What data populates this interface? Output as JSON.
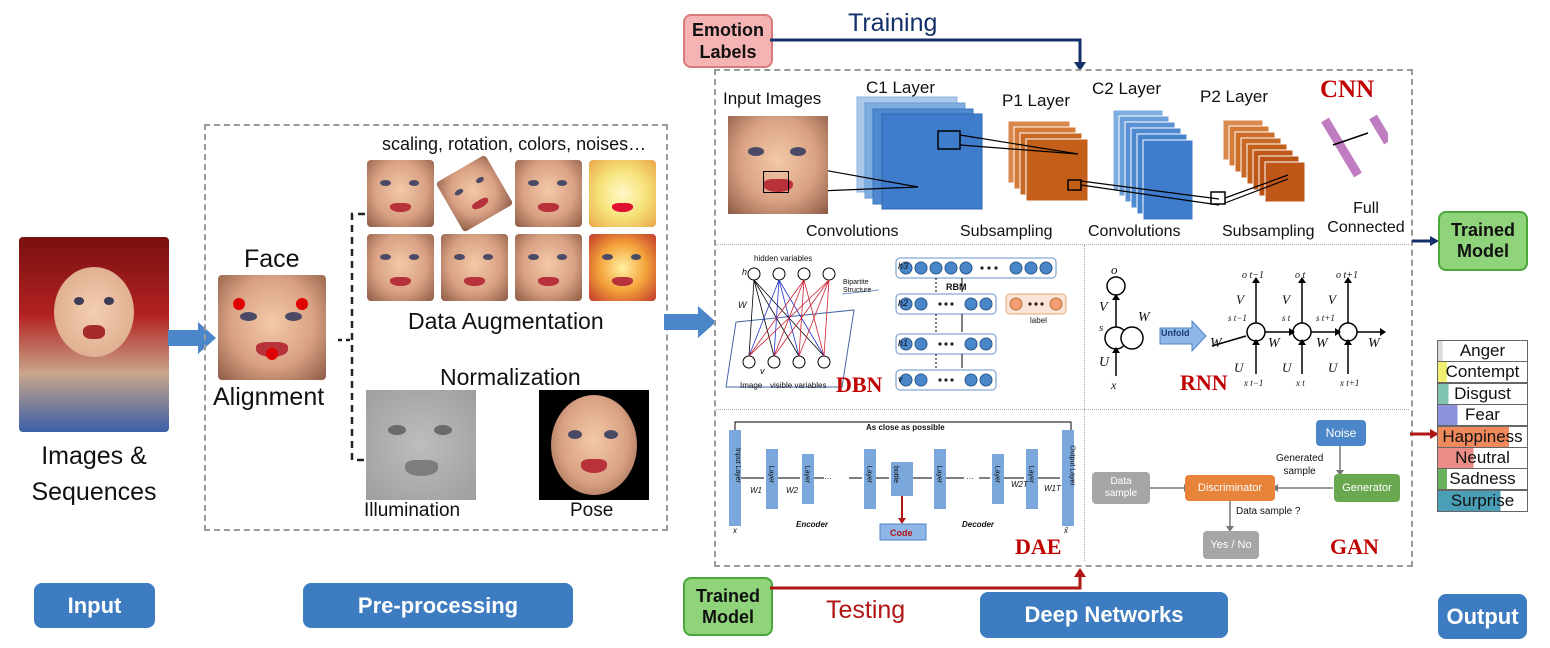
{
  "training": {
    "label": "Training",
    "source_box": "Emotion\nLabels"
  },
  "testing": {
    "label": "Testing",
    "source_box": "Trained\nModel"
  },
  "input": {
    "caption": "Images &\nSequences",
    "section_button": "Input"
  },
  "preprocessing": {
    "section_button": "Pre-processing",
    "face_label": "Face",
    "alignment_label": "Alignment",
    "augmentation_caption": "scaling, rotation, colors, noises…",
    "augmentation_label": "Data Augmentation",
    "normalization_label": "Normalization",
    "illumination_label": "Illumination",
    "pose_label": "Pose"
  },
  "deep_networks": {
    "section_button": "Deep Networks",
    "cnn": {
      "name": "CNN",
      "input_images": "Input Images",
      "c1": "C1 Layer",
      "p1": "P1 Layer",
      "c2": "C2 Layer",
      "p2": "P2 Layer",
      "convolutions1": "Convolutions",
      "subsampling1": "Subsampling",
      "convolutions2": "Convolutions",
      "subsampling2": "Subsampling",
      "full_connected": "Full\nConnected"
    },
    "dbn": {
      "name": "DBN",
      "hidden_variables": "hidden variables",
      "visible_variables": "visible variables",
      "image": "Image",
      "bipartite": "Bipartite\nStructure",
      "rbm": "RBM",
      "label": "label",
      "h": "h",
      "w": "W",
      "v": "v",
      "h3": "h3",
      "h2": "h2",
      "h1": "h1"
    },
    "rnn": {
      "name": "RNN",
      "unfold": "Unfold",
      "o": "o",
      "s": "s",
      "x": "x",
      "v": "V",
      "u": "U",
      "w": "W",
      "o_prev": "o t−1",
      "o_t": "o t",
      "o_next": "o t+1",
      "s_prev": "s t−1",
      "s_t": "s t",
      "s_next": "s t+1",
      "x_prev": "x t−1",
      "x_t": "x t",
      "x_next": "x t+1"
    },
    "dae": {
      "name": "DAE",
      "close": "As close as possible",
      "input_layer": "Input Layer",
      "output_layer": "Output Layer",
      "layer": "Layer",
      "bottle": "bottle",
      "code": "Code",
      "encoder": "Encoder",
      "decoder": "Decoder",
      "w1": "W1",
      "w2": "W2",
      "w2t": "W2T",
      "w1t": "W1T",
      "x": "x",
      "xhat": "x̂",
      "dots": "···"
    },
    "gan": {
      "name": "GAN",
      "noise": "Noise",
      "generator": "Generator",
      "discriminator": "Discriminator",
      "data_sample": "Data\nsample",
      "generated_sample": "Generated\nsample",
      "question": "Data sample ?",
      "yes_no": "Yes / No"
    }
  },
  "output": {
    "section_button": "Output",
    "trained_model": "Trained\nModel",
    "emotions": [
      "Anger",
      "Contempt",
      "Disgust",
      "Fear",
      "Happiness",
      "Neutral",
      "Sadness",
      "Surprise"
    ],
    "emotion_colors": [
      "#d9d9d9",
      "#f2ee6e",
      "#7fc2b0",
      "#8c93dc",
      "#f08a5c",
      "#eb8d86",
      "#67b25a",
      "#4a9fb6"
    ],
    "emotion_fill": [
      0.05,
      0.1,
      0.12,
      0.22,
      0.8,
      0.4,
      0.1,
      0.7
    ]
  },
  "colors": {
    "accent_blue": "#3d7cc0",
    "training_arrow": "#14306b",
    "testing_arrow": "#b01616",
    "model_green": "#8fd37a"
  }
}
